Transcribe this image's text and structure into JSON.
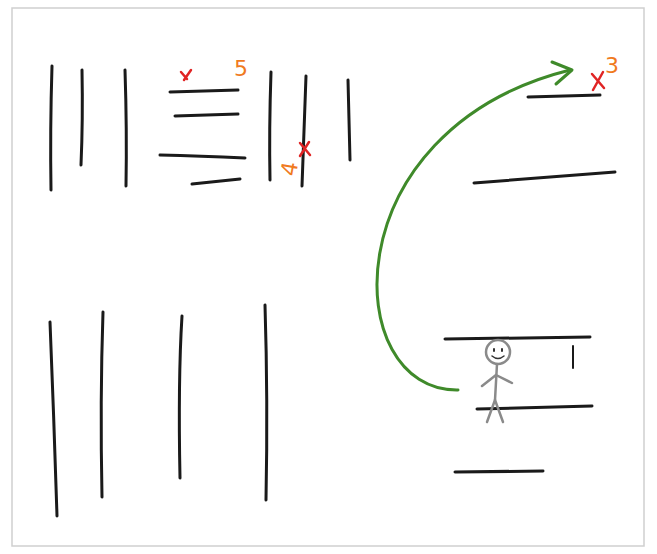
{
  "diagram": {
    "labels": [
      "5",
      "4",
      "3"
    ]
  }
}
